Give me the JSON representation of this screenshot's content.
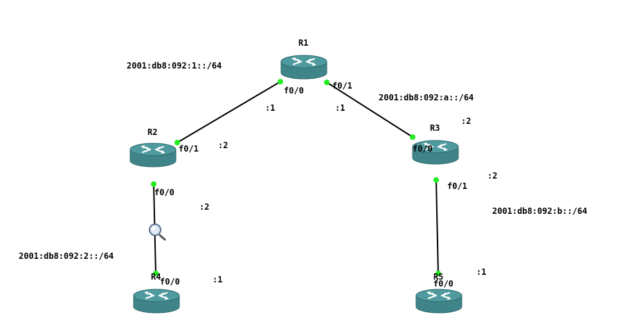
{
  "colors": {
    "link": "#000000",
    "port_dot": "#22ee22",
    "router_top": "#4f9a9e",
    "router_body": "#3f8488",
    "router_edge": "#2e6a6d",
    "arrow": "#ffffff"
  },
  "routers": [
    {
      "id": "r1",
      "name": "R1"
    },
    {
      "id": "r2",
      "name": "R2"
    },
    {
      "id": "r3",
      "name": "R3"
    },
    {
      "id": "r4",
      "name": "R4"
    },
    {
      "id": "r5",
      "name": "R5"
    }
  ],
  "networks": {
    "r1_r2": "2001:db8:092:1::/64",
    "r1_r3": "2001:db8:092:a::/64",
    "r3_r5": "2001:db8:092:b::/64",
    "r2_r4": "2001:db8:092:2::/64"
  },
  "interfaces": {
    "r1_f00": "f0/0",
    "r1_f01": "f0/1",
    "r2_f01": "f0/1",
    "r2_f00": "f0/0",
    "r3_f00": "f0/0",
    "r3_f01": "f0/1",
    "r4_f00": "f0/0",
    "r5_f00": "f0/0"
  },
  "host_ids": {
    "r1_to_r2": ":1",
    "r1_to_r3": ":1",
    "r2_to_r1": ":2",
    "r3_to_r1": ":2",
    "r3_to_r5": ":2",
    "r2_to_r4": ":2",
    "r4_to_r2": ":1",
    "r5_to_r3": ":1"
  },
  "icons": {
    "router": "router-icon",
    "capture": "magnifier-capture-icon"
  }
}
